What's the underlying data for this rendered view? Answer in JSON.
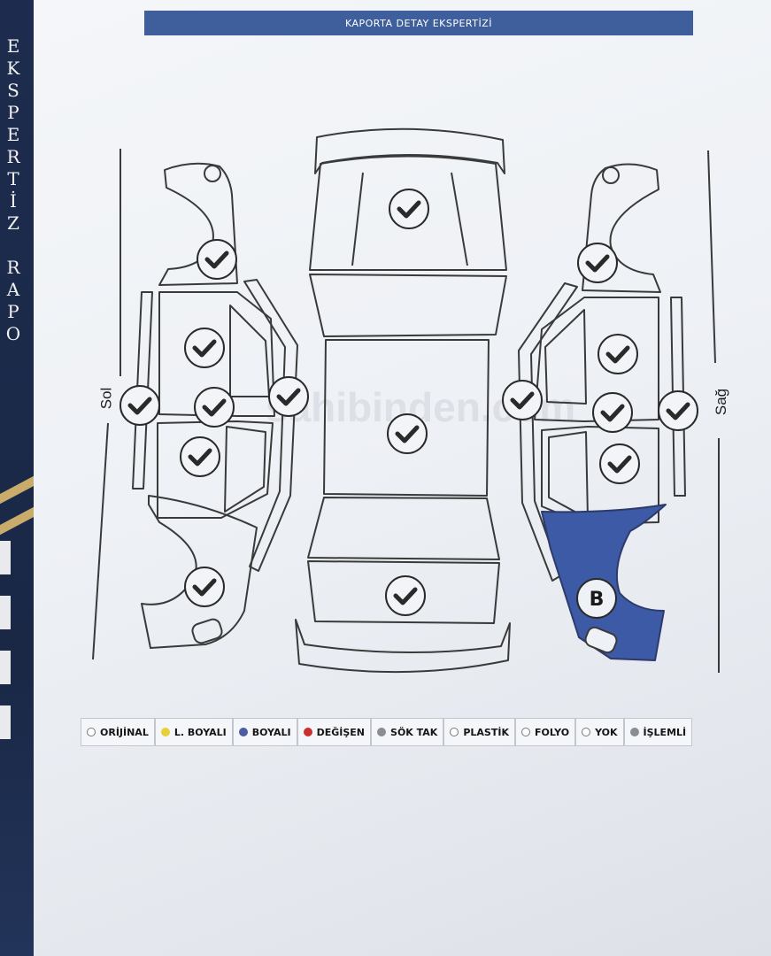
{
  "sidebar": {
    "letters": [
      "E",
      "K",
      "S",
      "P",
      "E",
      "R",
      "T",
      "İ",
      "Z",
      "",
      "R",
      "A",
      "P",
      "O"
    ]
  },
  "header": {
    "title": "KAPORTA DETAY EKSPERTİZİ"
  },
  "labels": {
    "left": "Sol",
    "right": "Sağ"
  },
  "watermark": "sahibinden.com",
  "painted_marker": "B",
  "colors": {
    "check_line": "#2a2a2a",
    "boyali_fill": "#3c5aa6",
    "header_bg": "#3e5f9c"
  },
  "parts": [
    {
      "name": "front-bumper",
      "status": "orijinal"
    },
    {
      "name": "hood",
      "status": "orijinal"
    },
    {
      "name": "roof",
      "status": "orijinal"
    },
    {
      "name": "trunk",
      "status": "orijinal"
    },
    {
      "name": "left-front-fender",
      "status": "orijinal"
    },
    {
      "name": "left-front-door",
      "status": "orijinal"
    },
    {
      "name": "left-rear-door",
      "status": "orijinal"
    },
    {
      "name": "left-rear-fender",
      "status": "orijinal"
    },
    {
      "name": "left-sill",
      "status": "orijinal"
    },
    {
      "name": "left-b-pillar",
      "status": "orijinal"
    },
    {
      "name": "left-roof-rail",
      "status": "orijinal"
    },
    {
      "name": "right-front-fender",
      "status": "orijinal"
    },
    {
      "name": "right-front-door",
      "status": "orijinal"
    },
    {
      "name": "right-rear-door",
      "status": "orijinal"
    },
    {
      "name": "right-rear-fender",
      "status": "boyali"
    },
    {
      "name": "right-sill",
      "status": "orijinal"
    },
    {
      "name": "right-b-pillar",
      "status": "orijinal"
    },
    {
      "name": "right-roof-rail",
      "status": "orijinal"
    }
  ],
  "legend": [
    {
      "label": "ORİJİNAL",
      "color": "#ffffff",
      "name": "orijinal"
    },
    {
      "label": "L. BOYALI",
      "color": "#e4d23a",
      "name": "lokal-boyali"
    },
    {
      "label": "BOYALI",
      "color": "#4a5d9e",
      "name": "boyali"
    },
    {
      "label": "DEĞİŞEN",
      "color": "#cc2f2f",
      "name": "degisen"
    },
    {
      "label": "SÖK TAK",
      "color": "#8a8d93",
      "name": "sok-tak"
    },
    {
      "label": "PLASTİK",
      "color": "#ffffff",
      "name": "plastik"
    },
    {
      "label": "FOLYO",
      "color": "#ffffff",
      "name": "folyo"
    },
    {
      "label": "YOK",
      "color": "#ffffff",
      "name": "yok"
    },
    {
      "label": "İŞLEMLİ",
      "color": "#8a8d93",
      "name": "islemli"
    }
  ]
}
